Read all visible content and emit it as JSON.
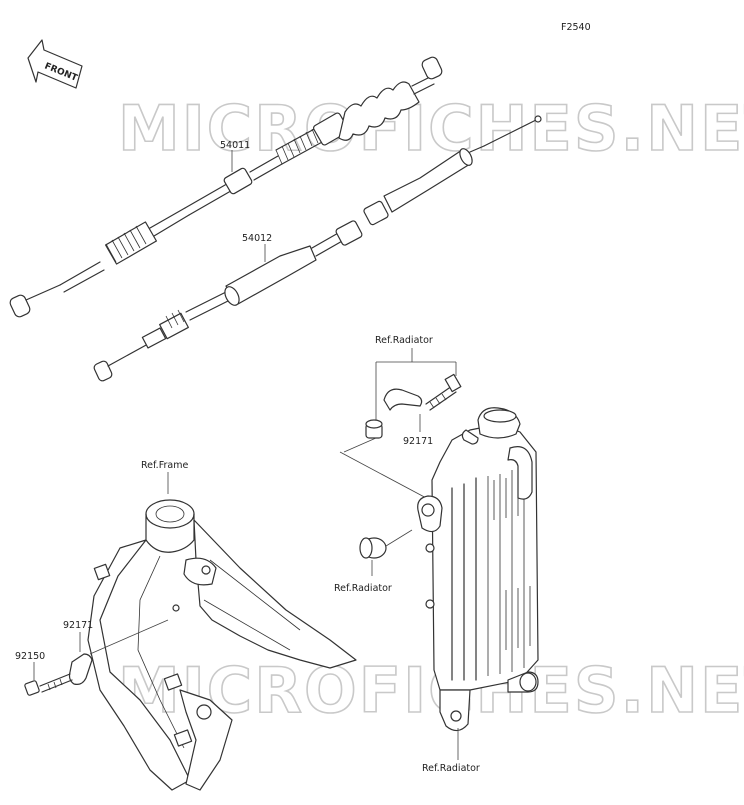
{
  "diagram": {
    "figure_code": "F2540",
    "front_arrow_label": "FRONT",
    "watermark": "MICROFICHES.NET",
    "parts": {
      "clutch_cable": "54011",
      "throttle_cable": "54012",
      "clamp_upper": "92171",
      "clamp_lower": "92171",
      "bolt": "92150"
    },
    "references": {
      "radiator_top": "Ref.Radiator",
      "radiator_mid": "Ref.Radiator",
      "radiator_bottom": "Ref.Radiator",
      "frame": "Ref.Frame"
    }
  }
}
